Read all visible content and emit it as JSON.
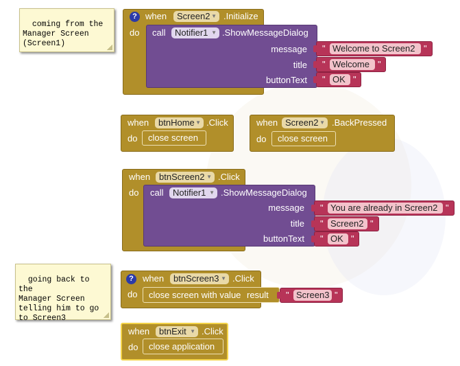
{
  "comments": [
    {
      "text": "coming from the\nManager Screen\n(Screen1)"
    },
    {
      "text": "going back to the\nManager Screen\ntelling him to go\nto Screen3"
    }
  ],
  "blocks": {
    "init": {
      "when": "when",
      "component": "Screen2",
      "event": ".Initialize",
      "do": "do",
      "call": "call",
      "notifier": "Notifier1",
      "method": ".ShowMessageDialog",
      "message_label": "message",
      "title_label": "title",
      "button_label": "buttonText",
      "message": "Welcome to Screen2",
      "title": "Welcome",
      "button": "OK"
    },
    "home": {
      "when": "when",
      "component": "btnHome",
      "event": ".Click",
      "do": "do",
      "action": "close screen"
    },
    "back": {
      "when": "when",
      "component": "Screen2",
      "event": ".BackPressed",
      "do": "do",
      "action": "close screen"
    },
    "scr2": {
      "when": "when",
      "component": "btnScreen2",
      "event": ".Click",
      "do": "do",
      "call": "call",
      "notifier": "Notifier1",
      "method": ".ShowMessageDialog",
      "message_label": "message",
      "title_label": "title",
      "button_label": "buttonText",
      "message": "You are already in Screen2",
      "title": "Screen2",
      "button": "OK"
    },
    "scr3": {
      "when": "when",
      "component": "btnScreen3",
      "event": ".Click",
      "do": "do",
      "action": "close screen with value",
      "result_label": "result",
      "result": "Screen3"
    },
    "exit": {
      "when": "when",
      "component": "btnExit",
      "event": ".Click",
      "do": "do",
      "action": "close application"
    }
  },
  "glyphs": {
    "help": "?",
    "dropdown": "▼",
    "quote": "\""
  },
  "colors": {
    "event": "#b18f2a",
    "procedure": "#714d92",
    "text": "#b73458",
    "comment": "#fdf9d3",
    "help": "#2b3aa8"
  }
}
